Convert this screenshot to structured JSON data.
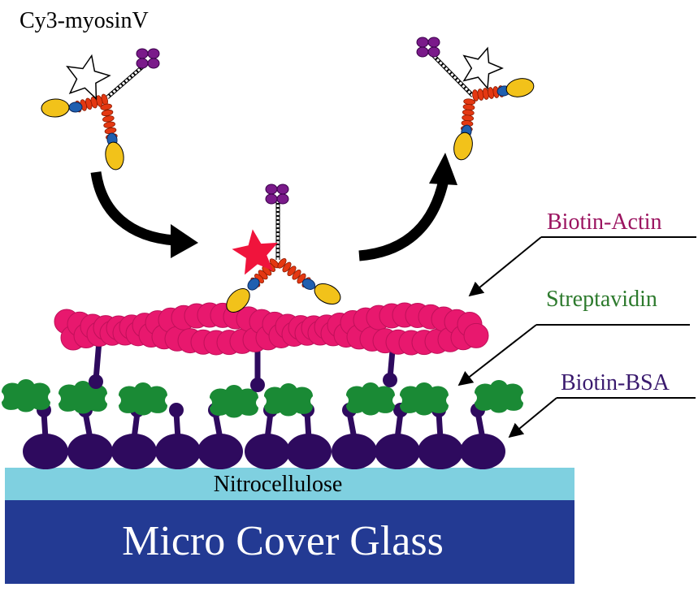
{
  "labels": {
    "cy3_myosin": "Cy3-myosinV",
    "biotin_actin": "Biotin-Actin",
    "streptavidin": "Streptavidin",
    "biotin_bsa": "Biotin-BSA",
    "nitrocellulose": "Nitrocellulose",
    "cover_glass": "Micro Cover Glass"
  },
  "colors": {
    "actin": "#e8186e",
    "streptavidin": "#1a8a35",
    "bsa": "#2e0a5e",
    "nitrocellulose": "#7fd0e0",
    "glass": "#233a93",
    "label_actin": "#9b1460",
    "label_streptavidin": "#2d7a2d",
    "label_bsa": "#3a1a6e",
    "motor_yellow": "#f2c21a",
    "motor_blue": "#1f5fb0",
    "lever_red": "#e43812",
    "cargo_purple": "#7a1a8a",
    "cy3_red": "#f0143c"
  }
}
